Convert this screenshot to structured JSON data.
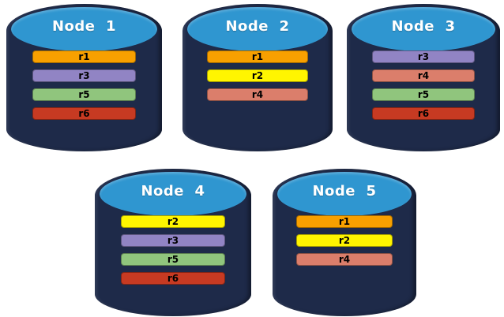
{
  "colors": {
    "background": "#FFFFFF",
    "cylinder_body": "#1E2A49",
    "cylinder_top": "#2F96D0",
    "node_title_text": "#FFFFFF",
    "replica_label_text": "#000000"
  },
  "replica_colors": {
    "r1": "#F8A000",
    "r2": "#FFF500",
    "r3": "#9184C4",
    "r4": "#DB7E6B",
    "r5": "#90C57D",
    "r6": "#C73A22"
  },
  "nodes": [
    {
      "label": "Node  1",
      "replicas": [
        "r1",
        "r3",
        "r5",
        "r6"
      ]
    },
    {
      "label": "Node  2",
      "replicas": [
        "r1",
        "r2",
        "r4"
      ]
    },
    {
      "label": "Node  3",
      "replicas": [
        "r3",
        "r4",
        "r5",
        "r6"
      ]
    },
    {
      "label": "Node  4",
      "replicas": [
        "r2",
        "r3",
        "r5",
        "r6"
      ]
    },
    {
      "label": "Node  5",
      "replicas": [
        "r1",
        "r2",
        "r4"
      ]
    }
  ]
}
